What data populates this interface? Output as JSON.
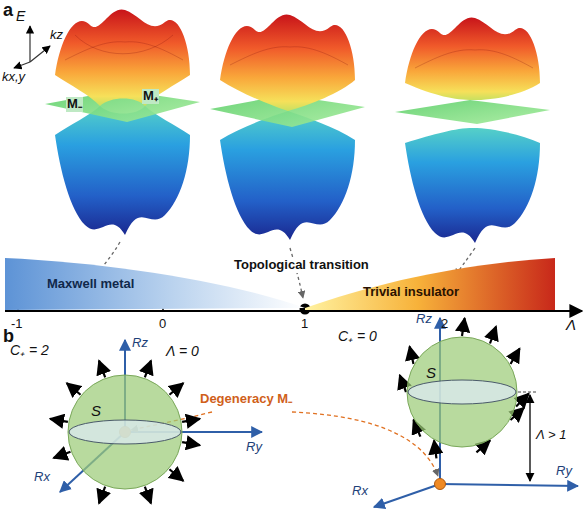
{
  "diagram": {
    "nodes": [
      {
        "text": [
          "Maxwell metal"
        ]
      },
      {
        "text": [
          "Trivial insulator"
        ]
      },
      {
        "text": [
          "S"
        ]
      },
      {
        "text": [
          "S"
        ]
      }
    ],
    "labels": [
      "a",
      "E",
      "kz",
      "kx,y",
      "M₋",
      "M₊",
      "Topological transition",
      "-1",
      "0",
      "1",
      "2",
      "Λ",
      "b",
      "C₊ = 2",
      "Λ = 0",
      "Rz",
      "Ry",
      "Rx",
      "Degeneracy M₋",
      "C₊ = 0",
      "Rz",
      "Ry",
      "Rx",
      "Λ > 1"
    ]
  }
}
